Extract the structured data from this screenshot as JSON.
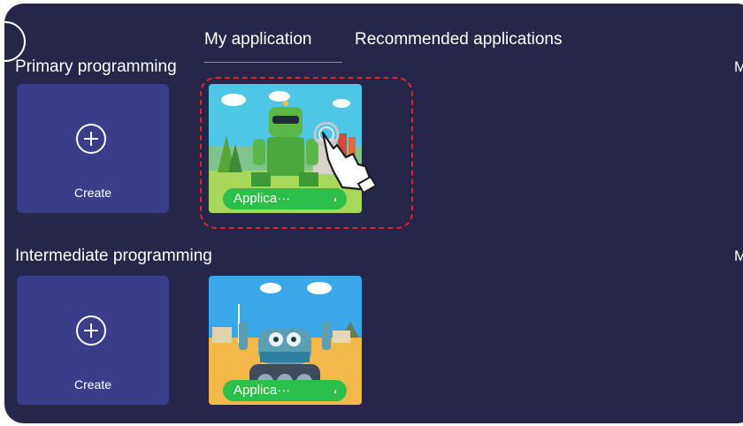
{
  "tabs": {
    "my_application": "My application",
    "recommended_applications": "Recommended applications"
  },
  "sections": [
    {
      "title": "Primary programming",
      "more_label": "M",
      "create_label": "Create",
      "app_label": "Applica···",
      "illustration": "green-robot-icon"
    },
    {
      "title": "Intermediate programming",
      "more_label": "M",
      "create_label": "Create",
      "app_label": "Applica···",
      "illustration": "blue-robot-icon"
    }
  ],
  "colors": {
    "background": "#252649",
    "create_card": "#3a3e8a",
    "pill": "#2cc04a",
    "highlight": "#e0222a"
  }
}
